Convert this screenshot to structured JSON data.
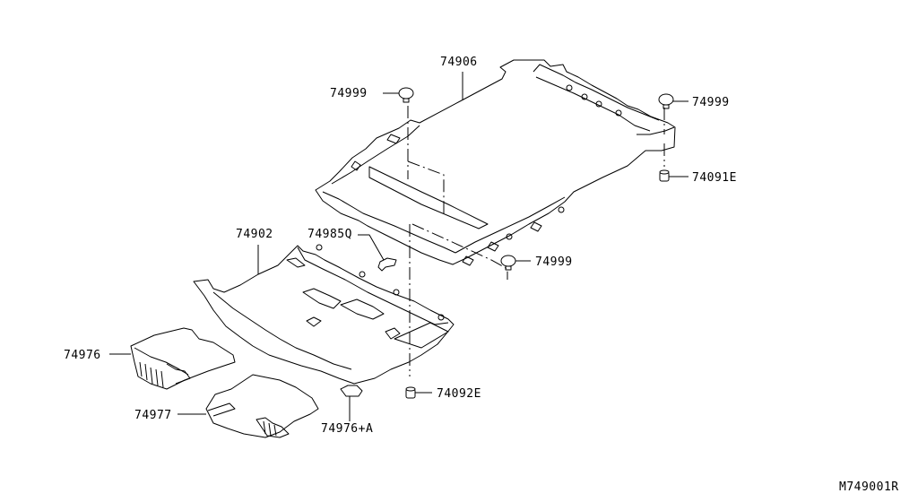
{
  "diagram": {
    "title": "Floor trim parts diagram",
    "reference_code": "M749001R",
    "callouts": [
      {
        "id": "roof-trim",
        "label": "74906"
      },
      {
        "id": "clip-left-top",
        "label": "74999"
      },
      {
        "id": "clip-right-top",
        "label": "74999"
      },
      {
        "id": "grommet-right",
        "label": "74091E"
      },
      {
        "id": "floor-carpet",
        "label": "74902"
      },
      {
        "id": "bracket",
        "label": "74985Q"
      },
      {
        "id": "clip-center",
        "label": "74999"
      },
      {
        "id": "mat-front",
        "label": "74976"
      },
      {
        "id": "mat-rear",
        "label": "74977"
      },
      {
        "id": "mat-small",
        "label": "74976+A"
      },
      {
        "id": "grommet-center",
        "label": "74092E"
      }
    ]
  }
}
